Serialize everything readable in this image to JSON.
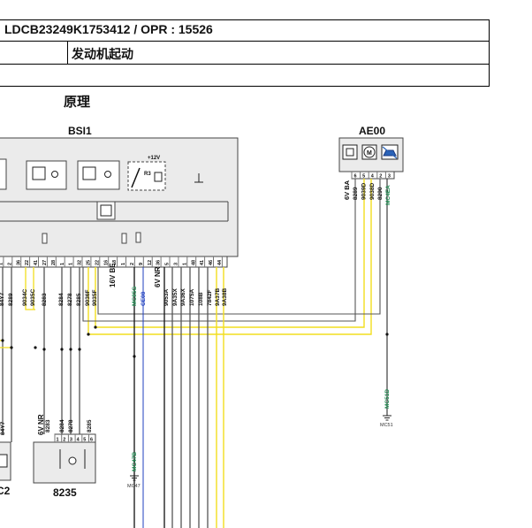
{
  "header": {
    "code": "LDCB23249K1753412 / OPR : 15526",
    "title": "发动机起动"
  },
  "section_title": "原理",
  "modules": {
    "bsi1": {
      "name": "BSI1",
      "pins": [
        "1",
        "2",
        "36",
        "22",
        "41",
        "27",
        "28",
        "1",
        "1",
        "32",
        "25",
        "22",
        "16",
        "18",
        "1",
        "2",
        "9",
        "12",
        "36",
        "5",
        "3",
        "1",
        "48",
        "41",
        "46",
        "44"
      ],
      "voltage": "+12V",
      "relay": "R3"
    },
    "ae00": {
      "name": "AE00",
      "pins": [
        "6",
        "5",
        "4",
        "2",
        "3"
      ]
    },
    "c2": {
      "name": "C2"
    },
    "m8235": {
      "name": "8235",
      "pins": [
        "1",
        "2",
        "3",
        "4",
        "5",
        "6"
      ]
    }
  },
  "wire_labels": {
    "bsi_left": [
      "84Y7",
      "8289",
      "9034C",
      "9035C",
      "8283",
      "8284",
      "8278",
      "8285",
      "9036F",
      "9035F"
    ],
    "bsi_6vbe": "16V BE",
    "bsi_mc": [
      "MC85G",
      "CE08"
    ],
    "bsi_6vnr": "6V NR",
    "bsi_right": [
      "9053A",
      "9A35X",
      "9A36X",
      "1075A",
      "108B",
      "7842F",
      "9A37B",
      "9A38B"
    ],
    "ae00_group": "6V BA",
    "ae00_wires": [
      "8289",
      "9039D",
      "9038D",
      "8290"
    ],
    "ae00_mc": "MC4EA",
    "mc51d": "MC51D",
    "mc51": "MC51",
    "mc47b": "MC47B",
    "mc47": "MC47",
    "m8235_group": "6V NR",
    "m8235_wires": [
      "8283",
      "8284",
      "8278",
      "8285"
    ],
    "c2_wire": "84Y7"
  },
  "colors": {
    "yellow_wire": "#f2de1e",
    "green_label": "#1e8a50",
    "blue_label": "#1f3fbf",
    "module_fill": "#ebebeb",
    "icon_blue": "#2a63b8"
  }
}
